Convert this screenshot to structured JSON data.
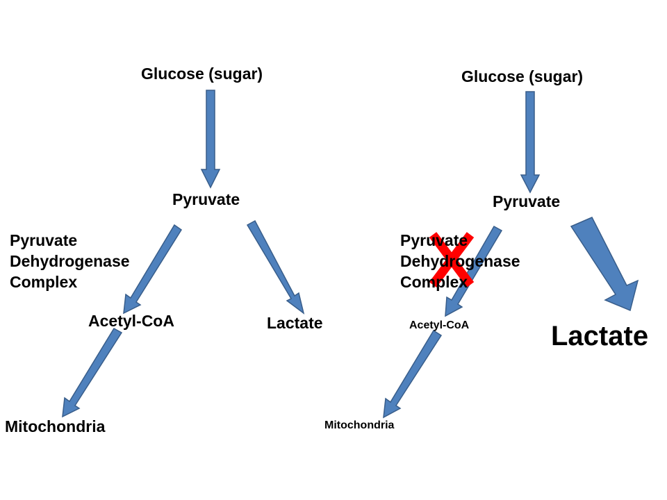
{
  "colors": {
    "arrow_fill": "#4f81bd",
    "arrow_stroke": "#385d8a",
    "block_mark": "#ff0000",
    "text": "#000000"
  },
  "normal_pathway": {
    "glucose": "Glucose (sugar)",
    "pyruvate": "Pyruvate",
    "enzyme_lines": [
      "Pyruvate",
      "Dehydrogenase",
      "Complex"
    ],
    "acetyl_coa": "Acetyl-CoA",
    "lactate": "Lactate",
    "mitochondria": "Mitochondria"
  },
  "blocked_pathway": {
    "glucose": "Glucose (sugar)",
    "pyruvate": "Pyruvate",
    "enzyme_lines": [
      "Pyruvate",
      "Dehydrogenase",
      "Complex"
    ],
    "block_icon": "x-mark-icon",
    "acetyl_coa": "Acetyl-CoA",
    "lactate": "Lactate",
    "mitochondria": "Mitochondria"
  }
}
